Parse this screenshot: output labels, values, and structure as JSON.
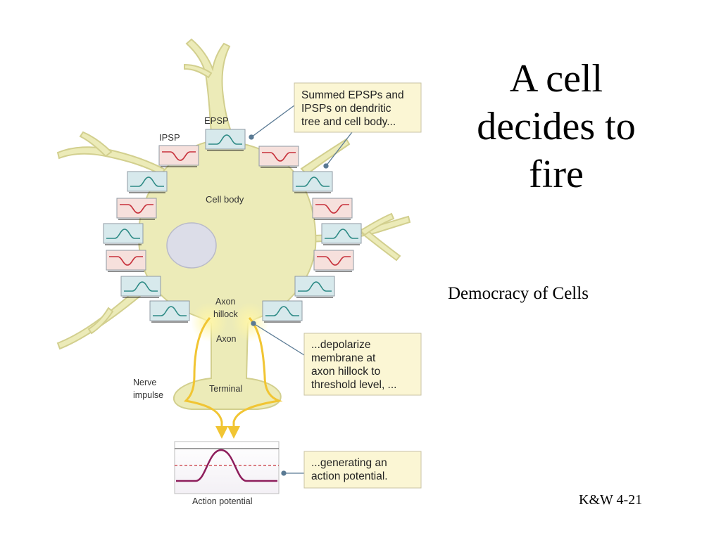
{
  "slide": {
    "title_lines": [
      "A cell",
      "decides to",
      "fire"
    ],
    "subtitle": "Democracy of Cells",
    "citation": "K&W 4-21"
  },
  "diagram": {
    "labels": {
      "epsp": "EPSP",
      "ipsp": "IPSP",
      "cell_body": "Cell body",
      "axon_hillock_1": "Axon",
      "axon_hillock_2": "hillock",
      "axon": "Axon",
      "terminal": "Terminal",
      "nerve_impulse_1": "Nerve",
      "nerve_impulse_2": "impulse",
      "action_potential": "Action potential"
    },
    "callouts": [
      {
        "lines": [
          "Summed EPSPs and",
          "IPSPs on dendritic",
          "tree and cell body..."
        ]
      },
      {
        "lines": [
          "...depolarize",
          "membrane at",
          "axon hillock to",
          "threshold level, ..."
        ]
      },
      {
        "lines": [
          "...generating an",
          "action potential."
        ]
      }
    ],
    "colors": {
      "cell_fill": "#ecebb8",
      "cell_stroke": "#d2cf8e",
      "nucleus": "#dcdde8",
      "epsp_box": "#d7e9ec",
      "epsp_trace": "#2e8b86",
      "ipsp_box": "#f6e0dc",
      "ipsp_trace": "#c7313b",
      "callout_fill": "#fbf6d4",
      "impulse": "#f1c533",
      "action_potential_trace": "#8e1e5c"
    }
  }
}
